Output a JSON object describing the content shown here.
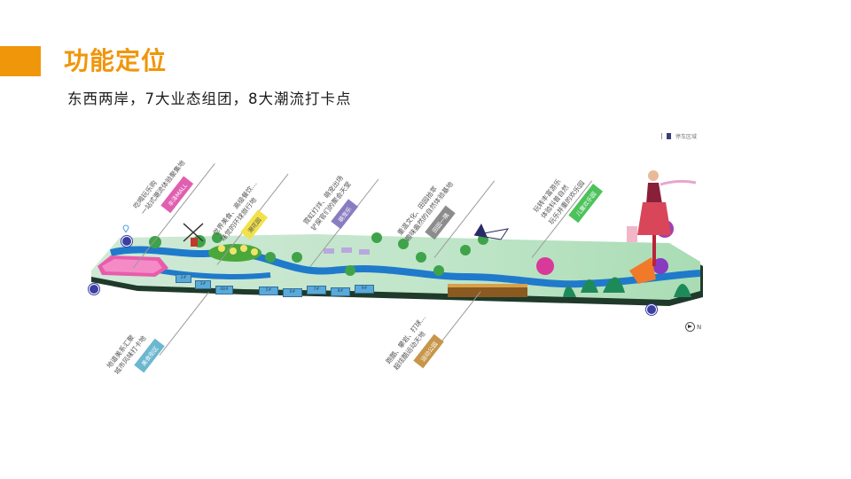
{
  "header": {
    "title": "功能定位",
    "subtitle": "东西两岸，7大业态组团，8大潮流打卡点",
    "accent_color": "#f0960a"
  },
  "map": {
    "legend": {
      "label": "停车区域",
      "icon": "parking-icon"
    },
    "north_label": "N",
    "callouts_top": [
      {
        "line1": "吃喝玩乐购",
        "line2": "一站式潮流体验聚集地",
        "tag": "丰泽MALL",
        "tag_color": "#e05fb0"
      },
      {
        "line1": "世界美食、高级餐饮…",
        "line2": "味觉的环球旅行地",
        "tag": "潮花园",
        "tag_color": "#f2e24a"
      },
      {
        "line1": "霓虹打烊、萌宠出场",
        "line2": "铲屎官们的聚会天堂",
        "tag": "萌宠乐",
        "tag_color": "#8a7cc0"
      },
      {
        "line1": "重温文化、田园拾萃",
        "line2": "趣味盎然的自然体验基地",
        "tag": "田园一隅",
        "tag_color": "#8c8c8c"
      },
      {
        "line1": "玩转丰富游乐",
        "line2": "体验科普自然",
        "line3": "玩乐并重的欢乐园",
        "tag": "儿童欢乐园",
        "tag_color": "#4cc35a"
      }
    ],
    "callouts_bottom": [
      {
        "line1": "地道美系汇聚",
        "line2": "城市风味打卡地",
        "tag": "美食街区",
        "tag_color": "#6bb7cf"
      },
      {
        "line1": "跑酷、攀岩、打球…",
        "line2": "超炫酷运动天地",
        "tag": "运动公园",
        "tag_color": "#c8964a"
      }
    ],
    "buildings": [
      "2#",
      "3#",
      "4B#",
      "5#",
      "6#",
      "7#",
      "8#",
      "9#",
      "1#"
    ]
  }
}
